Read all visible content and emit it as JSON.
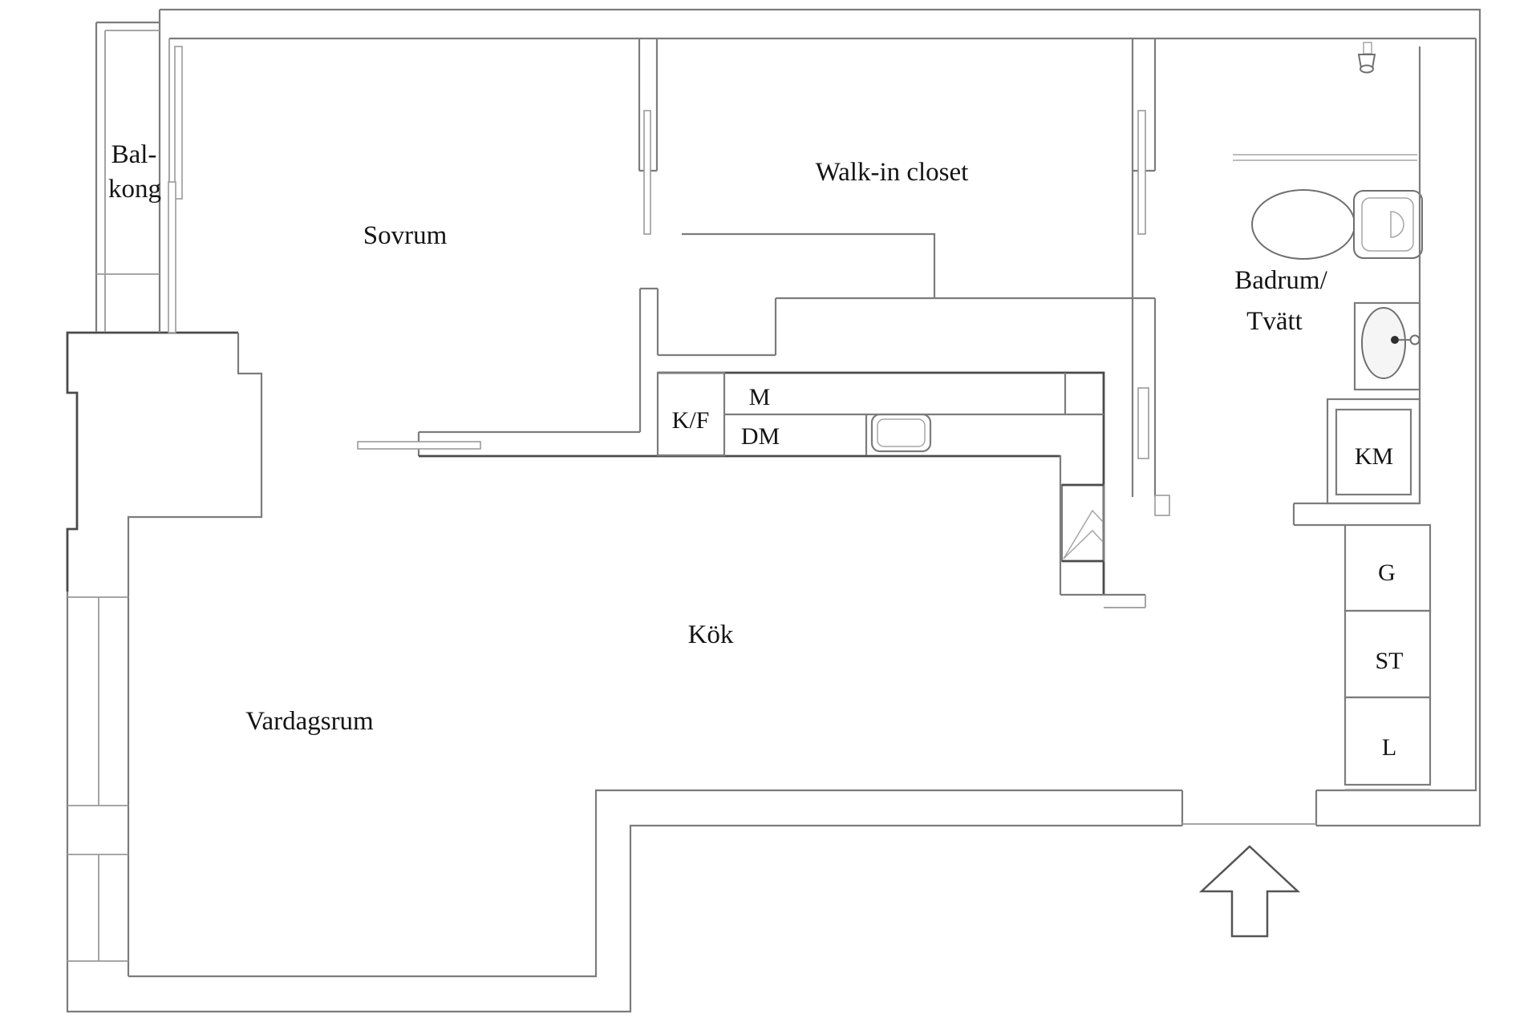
{
  "plan": {
    "type": "apartment-floor-plan",
    "labels": {
      "balcony_line1": "Bal-",
      "balcony_line2": "kong",
      "bedroom": "Sovrum",
      "walk_in_closet": "Walk-in closet",
      "bathroom_line1": "Badrum/",
      "bathroom_line2": "Tvätt",
      "kitchen": "Kök",
      "living_room": "Vardagsrum",
      "fridge_freezer": "K/F",
      "microwave": "M",
      "dishwasher": "DM",
      "washing_machine": "KM",
      "closet_g": "G",
      "closet_st": "ST",
      "closet_l": "L"
    },
    "icons": [
      "entrance-arrow-icon",
      "toilet-icon",
      "bathroom-sink-icon",
      "shower-icon",
      "kitchen-sink-icon",
      "stove-icon",
      "window-icon",
      "sliding-door-icon"
    ],
    "colors": {
      "background": "#ffffff",
      "wall_light": "#9a9a9a",
      "wall_medium": "#7c7c7c",
      "wall_dark": "#4a4a4a",
      "text": "#141414"
    }
  }
}
